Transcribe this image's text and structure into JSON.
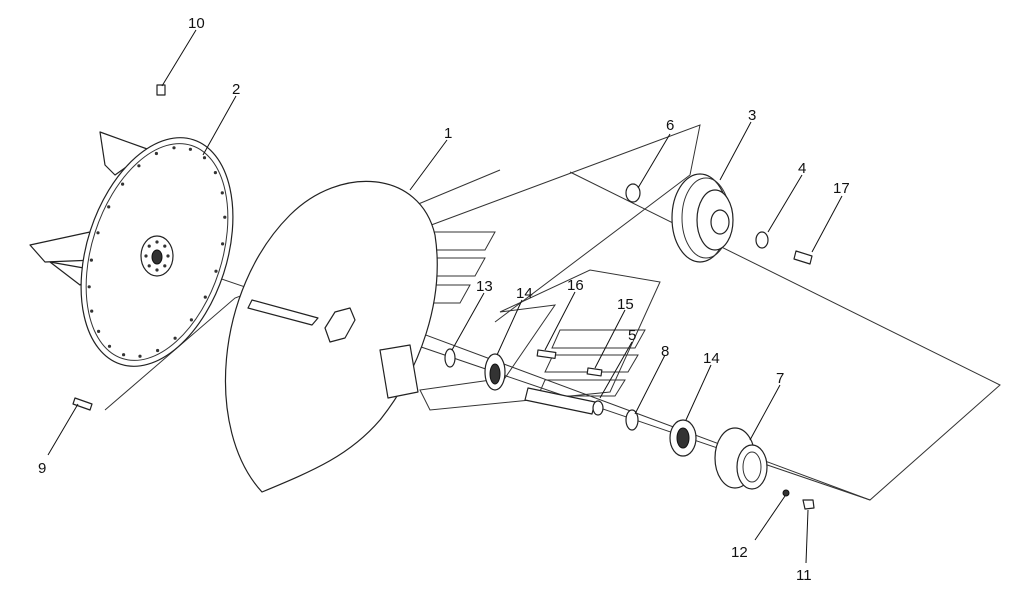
{
  "callouts": {
    "c1": "1",
    "c2": "2",
    "c3": "3",
    "c4": "4",
    "c5": "5",
    "c6": "6",
    "c7": "7",
    "c8": "8",
    "c9": "9",
    "c10": "10",
    "c11": "11",
    "c12": "12",
    "c13": "13",
    "c14a": "14",
    "c14b": "14",
    "c15": "15",
    "c16": "16",
    "c17": "17"
  }
}
